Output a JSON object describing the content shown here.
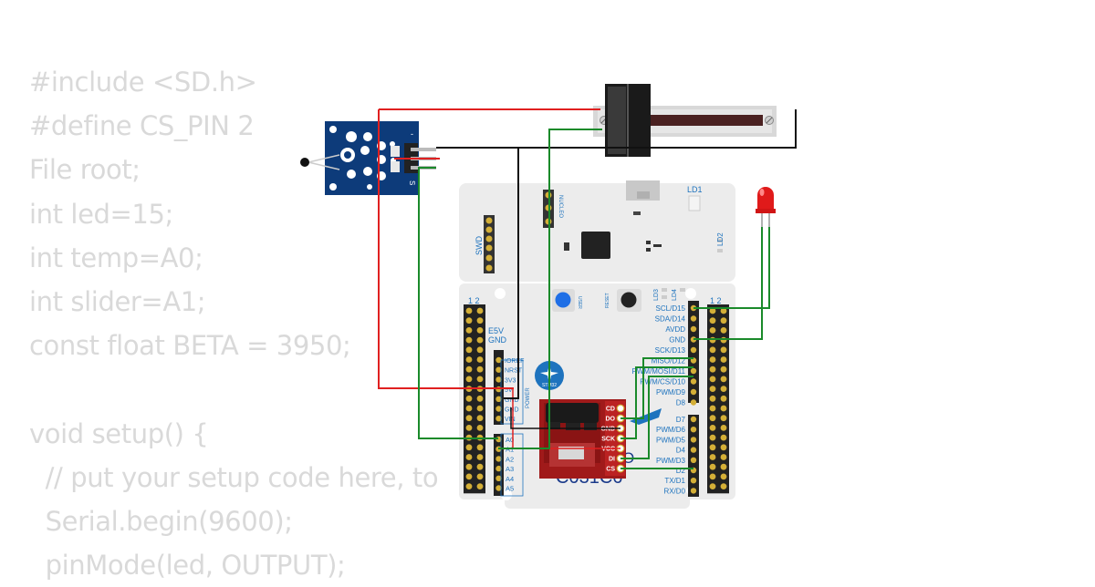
{
  "code_lines": [
    "#include <SD.h>",
    "#define CS_PIN 2",
    "File root;",
    "int led=15;",
    "int temp=A0;",
    "int slider=A1;",
    "const float BETA = 3950;",
    "",
    "void setup() {",
    "  // put your setup code here, to",
    "  Serial.begin(9600);",
    "  pinMode(led, OUTPUT);"
  ],
  "board": {
    "name_partial": "C031C6",
    "o_label": "O",
    "stm32_badge": "STM32",
    "swd": "SWD",
    "nucleo": "NUCLEO",
    "ld1": "LD1",
    "ld2": "LD2",
    "ld3": "LD3",
    "ld4": "LD4",
    "user": "USER",
    "reset": "RESET",
    "power": "POWER",
    "left_header_num": "1 2",
    "right_header_num": "1 2",
    "e5v": "E5V",
    "gnd_left": "GND",
    "power_pins": [
      "IOREF",
      "NRST",
      "3V3",
      "5V",
      "GND",
      "GND",
      "VIN"
    ],
    "analog_pins": [
      "A0",
      "A1",
      "A2",
      "A3",
      "A4",
      "A5"
    ],
    "digital_pins_top": [
      "SCL/D15",
      "SDA/D14",
      "AVDD",
      "GND",
      "SCK/D13",
      "MISO/D12",
      "PWM/MOSI/D11",
      "PWM/CS/D10",
      "PWM/D9",
      "D8"
    ],
    "digital_pins_bottom": [
      "D7",
      "PWM/D6",
      "PWM/D5",
      "D4",
      "PWM/D3",
      "D2",
      "TX/D1",
      "RX/D0"
    ]
  },
  "sd_module": {
    "pins": [
      "CD",
      "DO",
      "GND",
      "SCK",
      "VCC",
      "DI",
      "CS"
    ]
  },
  "sensor_module": {
    "pin_minus": "-",
    "pin_s": "S"
  },
  "colors": {
    "red_wire": "#e02020",
    "green_wire": "#1a8a2a",
    "black_wire": "#111111",
    "board": "#ececec",
    "sd_red": "#a01a1a",
    "sensor_blue": "#0d3b7a",
    "pin_label_blue": "#1e73be"
  }
}
